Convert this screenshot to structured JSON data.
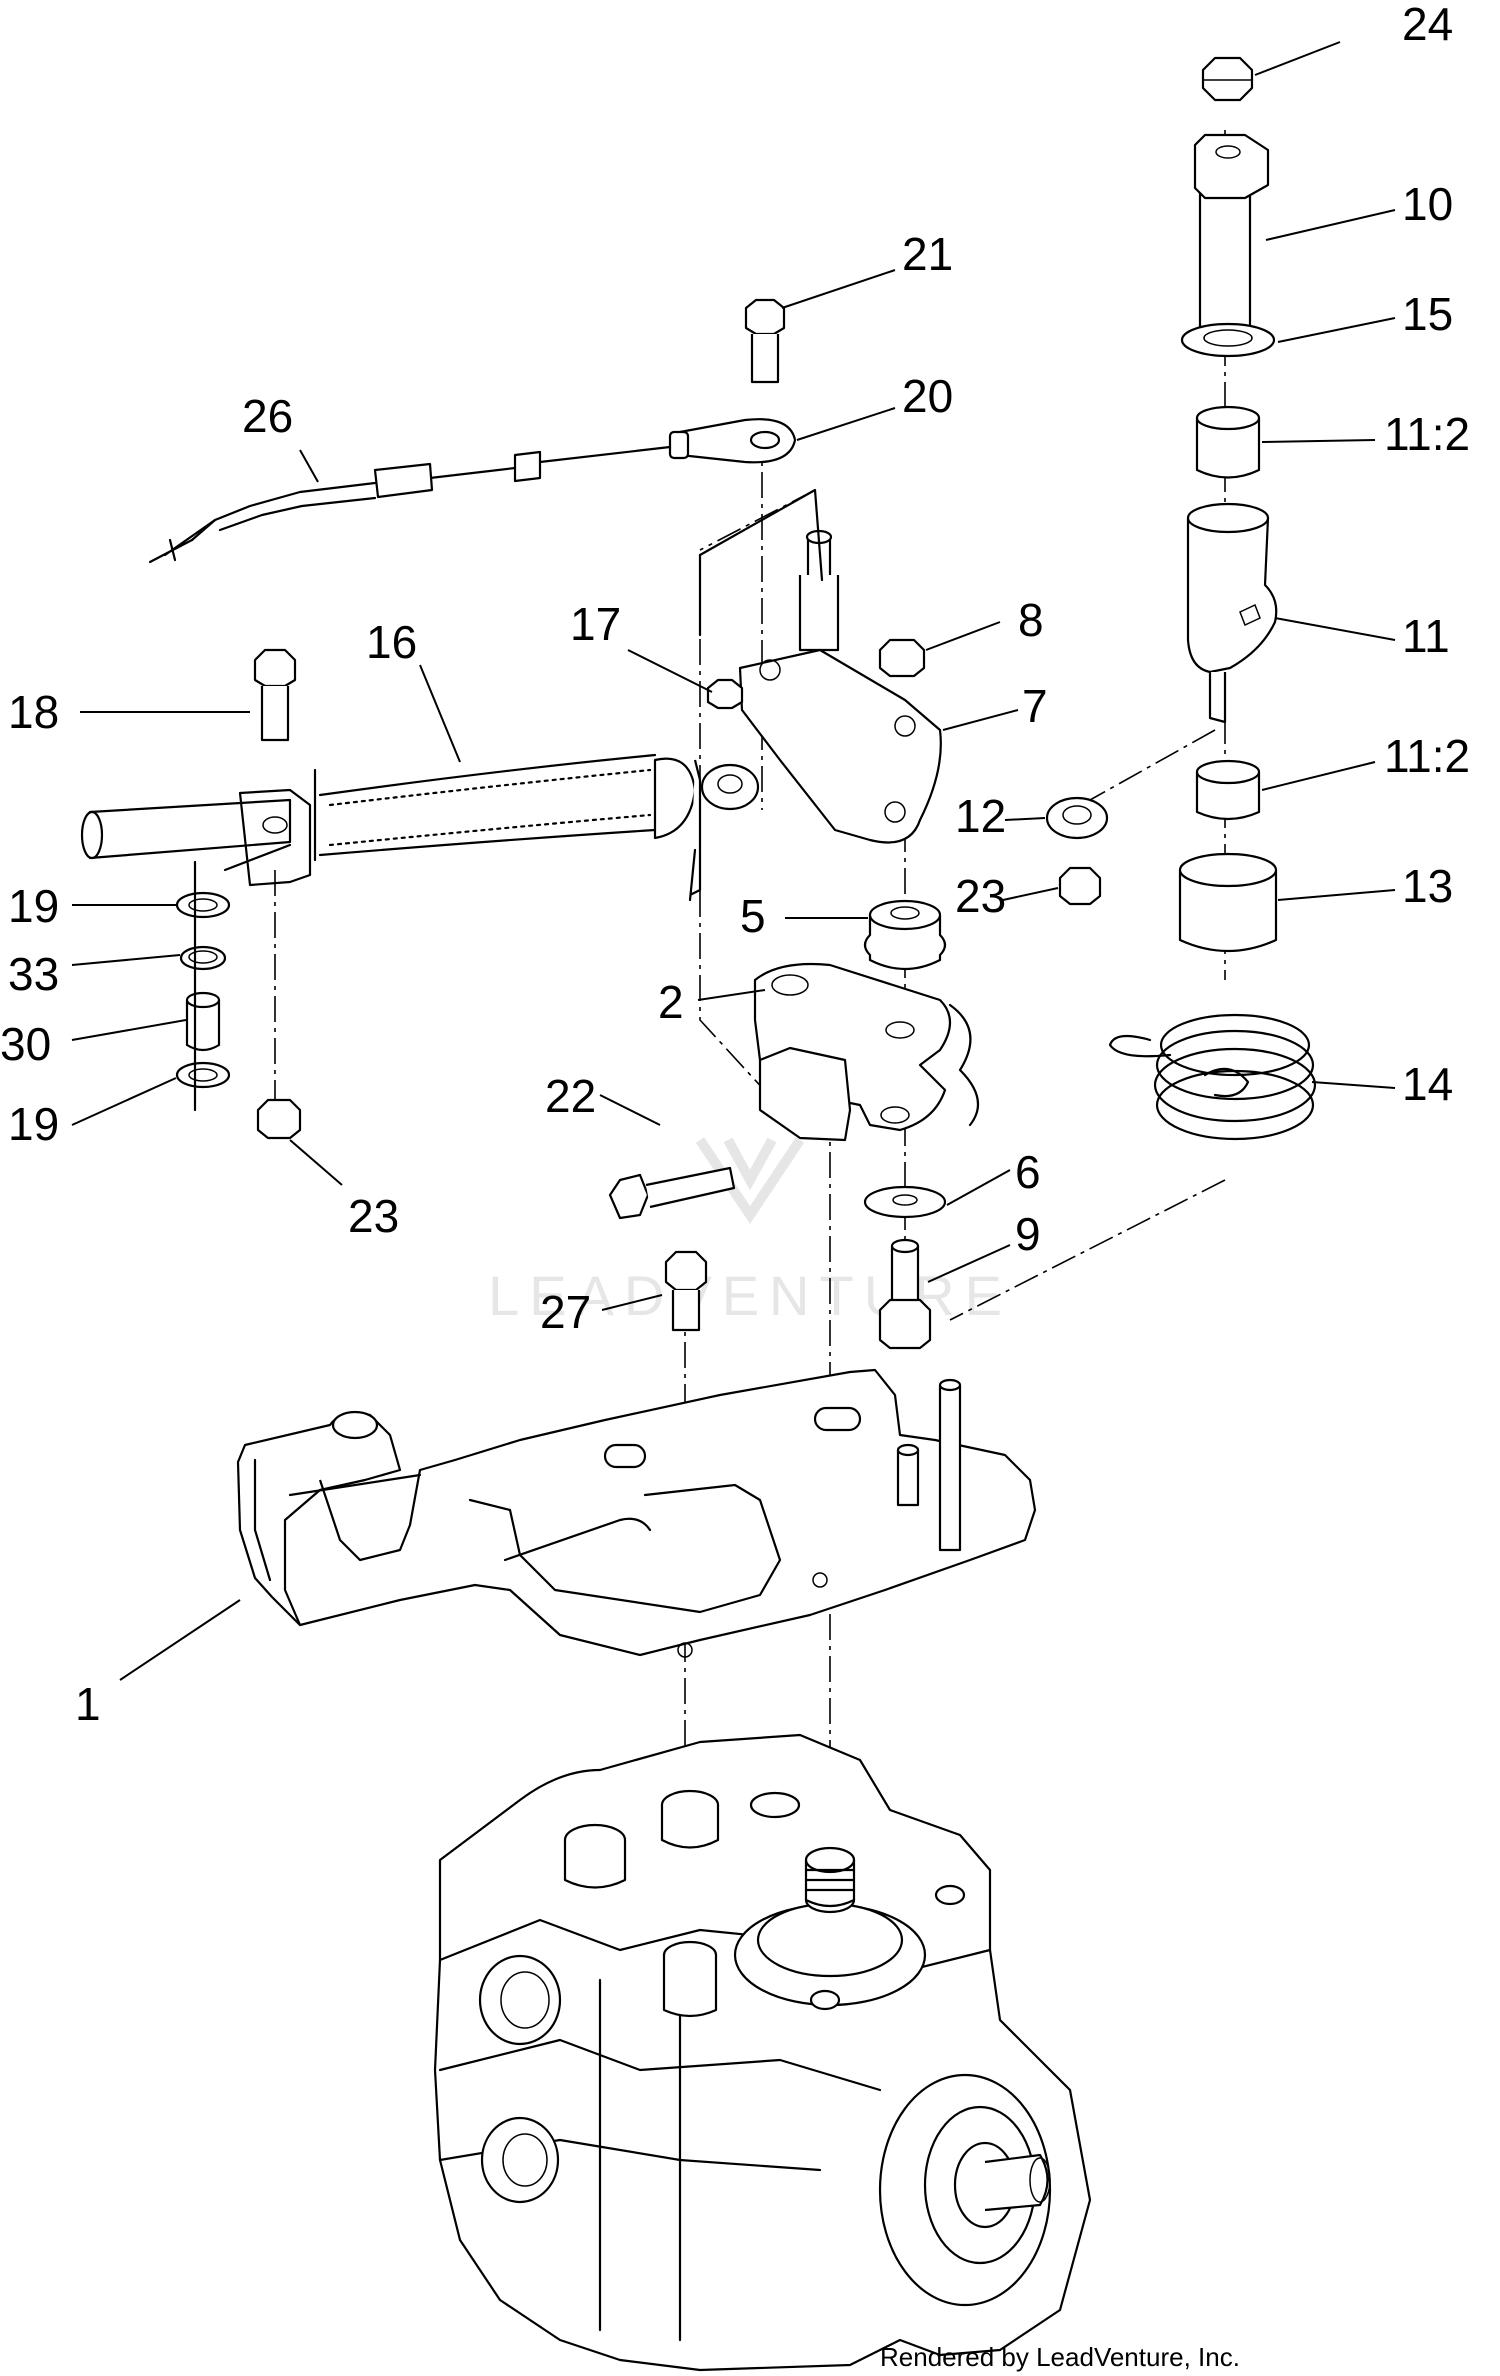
{
  "callouts": [
    {
      "id": "c24",
      "text": "24"
    },
    {
      "id": "c10",
      "text": "10"
    },
    {
      "id": "c15",
      "text": "15"
    },
    {
      "id": "c11b",
      "text": "11:2"
    },
    {
      "id": "c11",
      "text": "11"
    },
    {
      "id": "c11c",
      "text": "11:2"
    },
    {
      "id": "c13",
      "text": "13"
    },
    {
      "id": "c14",
      "text": "14"
    },
    {
      "id": "c21",
      "text": "21"
    },
    {
      "id": "c20",
      "text": "20"
    },
    {
      "id": "c26",
      "text": "26"
    },
    {
      "id": "c17",
      "text": "17"
    },
    {
      "id": "c16",
      "text": "16"
    },
    {
      "id": "c8",
      "text": "8"
    },
    {
      "id": "c7",
      "text": "7"
    },
    {
      "id": "c12",
      "text": "12"
    },
    {
      "id": "c23a",
      "text": "23"
    },
    {
      "id": "c5",
      "text": "5"
    },
    {
      "id": "c2",
      "text": "2"
    },
    {
      "id": "c18",
      "text": "18"
    },
    {
      "id": "c19a",
      "text": "19"
    },
    {
      "id": "c33",
      "text": "33"
    },
    {
      "id": "c30",
      "text": "30"
    },
    {
      "id": "c19b",
      "text": "19"
    },
    {
      "id": "c23b",
      "text": "23"
    },
    {
      "id": "c22",
      "text": "22"
    },
    {
      "id": "c6",
      "text": "6"
    },
    {
      "id": "c9",
      "text": "9"
    },
    {
      "id": "c27",
      "text": "27"
    },
    {
      "id": "c1",
      "text": "1"
    }
  ],
  "watermark": "LEADVENTURE",
  "credit": "Rendered by LeadVenture, Inc."
}
